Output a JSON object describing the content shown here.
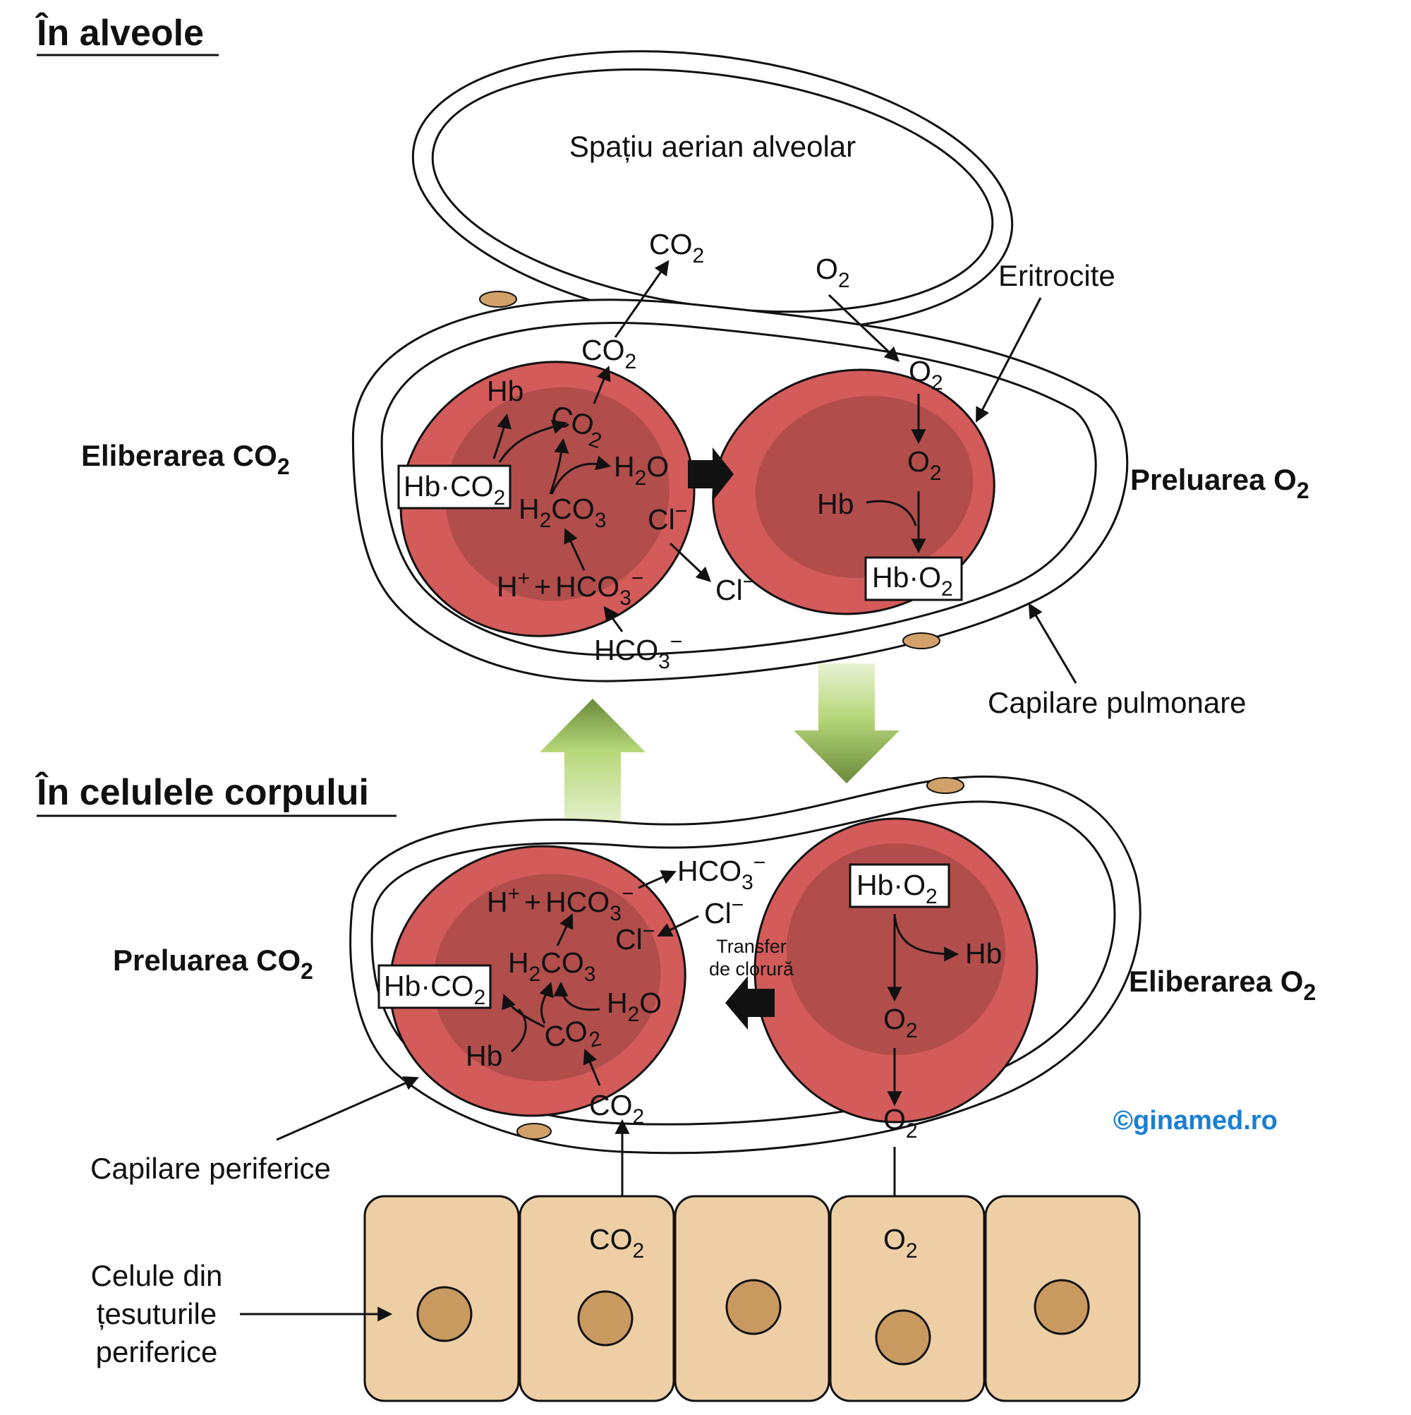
{
  "sections": {
    "alveoli": "În alveole",
    "body_cells": "În celulele corpului"
  },
  "labels": {
    "alveolar_space": "Spațiu aerian alveolar",
    "erythrocytes": "Eritrocite",
    "pulmonary_capillaries": "Capilare pulmonare",
    "peripheral_capillaries": "Capilare periferice",
    "tissue_cells": [
      "Celule din",
      "țesuturile",
      "periferice"
    ],
    "chloride_transfer": [
      "Transfer",
      "de clorură"
    ]
  },
  "processes": {
    "co2_release": "Eliberarea CO",
    "o2_uptake": "Preluarea O",
    "co2_uptake": "Preluarea CO",
    "o2_release": "Eliberarea O",
    "sub2": "2"
  },
  "chemistry": {
    "hb": "Hb",
    "co2": "CO",
    "o2": "O",
    "h2o_h": "H",
    "h2o_o": "O",
    "h2co3_h": "H",
    "h2co3_co": "CO",
    "hco3": "HCO",
    "cl": "Cl",
    "h_plus": "H",
    "plus": "+",
    "minus": "−",
    "sub2": "2",
    "sub3": "3",
    "hb_co2_box": "Hb·CO",
    "hb_o2_box": "Hb·O"
  },
  "watermark": "©ginamed.ro",
  "colors": {
    "rbc_outer": "#d35b5a",
    "rbc_inner": "#b14d4b",
    "tissue": "#eecfa5",
    "nucleus": "#c99a5f",
    "endo_nucleus": "#d2a16a",
    "arrow_green": "#b6d77a",
    "arrow_dark": "#6b8a3a",
    "watermark": "#1a7fd4"
  }
}
